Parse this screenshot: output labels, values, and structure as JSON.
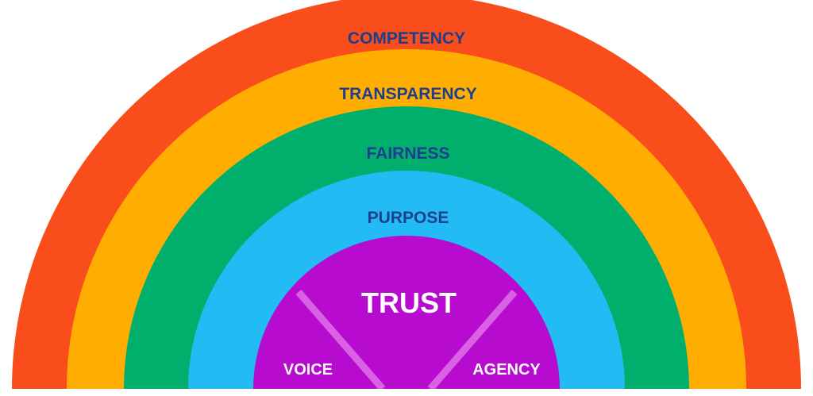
{
  "rings": [
    {
      "label": "COMPETENCY",
      "color": "#f94d1c"
    },
    {
      "label": "TRANSPARENCY",
      "color": "#ffad00"
    },
    {
      "label": "FAIRNESS",
      "color": "#00af6b"
    },
    {
      "label": "PURPOSE",
      "color": "#22bbf3"
    }
  ],
  "core": {
    "title": "TRUST",
    "left": "VOICE",
    "right": "AGENCY",
    "color": "#b70bcf",
    "divider_color": "#d862e3"
  }
}
